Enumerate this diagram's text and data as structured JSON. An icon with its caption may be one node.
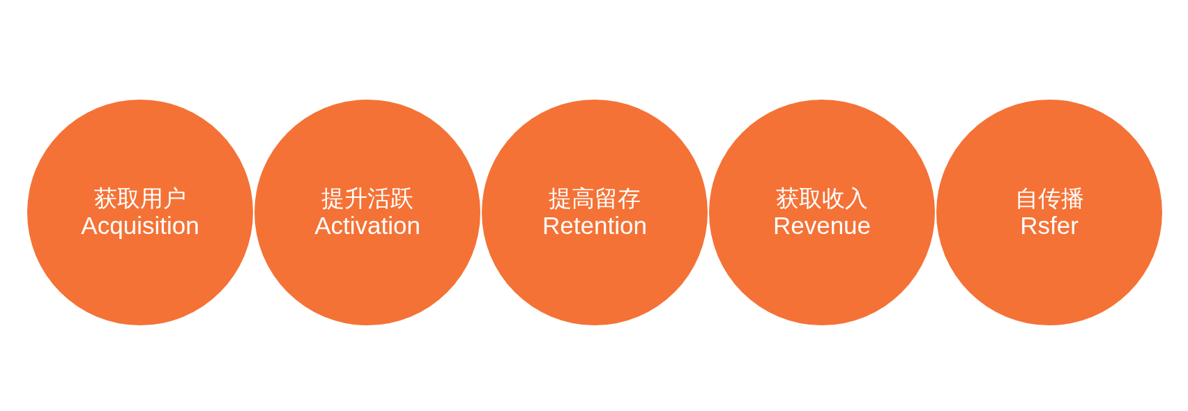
{
  "diagram": {
    "nodes": [
      {
        "text": [
          "获取用户",
          "Acquisition"
        ]
      },
      {
        "text": [
          "提升活跃",
          "Activation"
        ]
      },
      {
        "text": [
          "提高留存",
          "Retention"
        ]
      },
      {
        "text": [
          "获取收入",
          "Revenue"
        ]
      },
      {
        "text": [
          "自传播",
          "Rsfer"
        ]
      }
    ]
  }
}
